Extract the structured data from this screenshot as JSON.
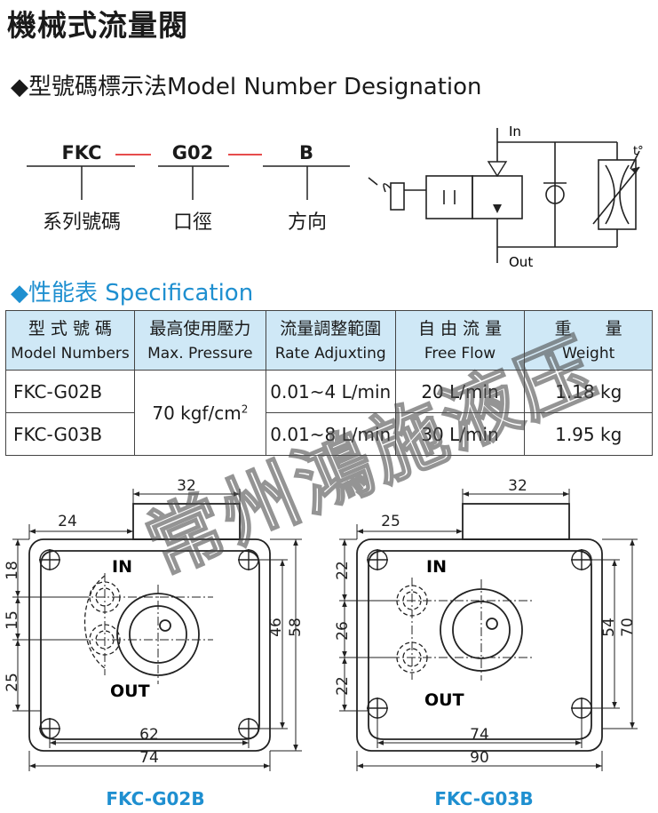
{
  "title": "機械式流量閥",
  "designation": {
    "heading": "◆型號碼標示法Model Number Designation",
    "codes": [
      "FKC",
      "G02",
      "B"
    ],
    "descriptions": [
      "系列號碼",
      "口徑",
      "方向"
    ]
  },
  "symbol": {
    "in_label": "In",
    "out_label": "Out",
    "temp_label": "t°"
  },
  "spec": {
    "heading": "◆性能表 Specification",
    "headers": [
      {
        "zh": "型 式 號 碼",
        "en": "Model Numbers"
      },
      {
        "zh": "最高使用壓力",
        "en": "Max. Pressure"
      },
      {
        "zh": "流量調整範圍",
        "en": "Rate Adjuxting"
      },
      {
        "zh": "自 由 流 量",
        "en": "Free Flow"
      },
      {
        "zh": "重　　量",
        "en": "Weight"
      }
    ],
    "pressure_value": "70 kgf/cm",
    "pressure_sup": "2",
    "rows": [
      {
        "model": "FKC-G02B",
        "rate": "0.01~4 L/min",
        "flow": "20 L/min",
        "weight": "1.18 kg"
      },
      {
        "model": "FKC-G03B",
        "rate": "0.01~8 L/min",
        "flow": "30 L/min",
        "weight": "1.95 kg"
      }
    ]
  },
  "watermark": "常州鴻施液压",
  "drawings": {
    "g02": {
      "caption": "FKC-G02B",
      "in_label": "IN",
      "out_label": "OUT",
      "dims": {
        "top": "32",
        "left_offset": "24",
        "v1": "18",
        "v2": "15",
        "v3": "25",
        "inner_h": "46",
        "outer_h": "58",
        "inner_w": "62",
        "outer_w": "74"
      }
    },
    "g03": {
      "caption": "FKC-G03B",
      "in_label": "IN",
      "out_label": "OUT",
      "dims": {
        "top": "32",
        "left_offset": "25",
        "v1": "22",
        "v2": "26",
        "v3": "22",
        "inner_h": "54",
        "outer_h": "70",
        "inner_w": "74",
        "outer_w": "90"
      }
    }
  }
}
